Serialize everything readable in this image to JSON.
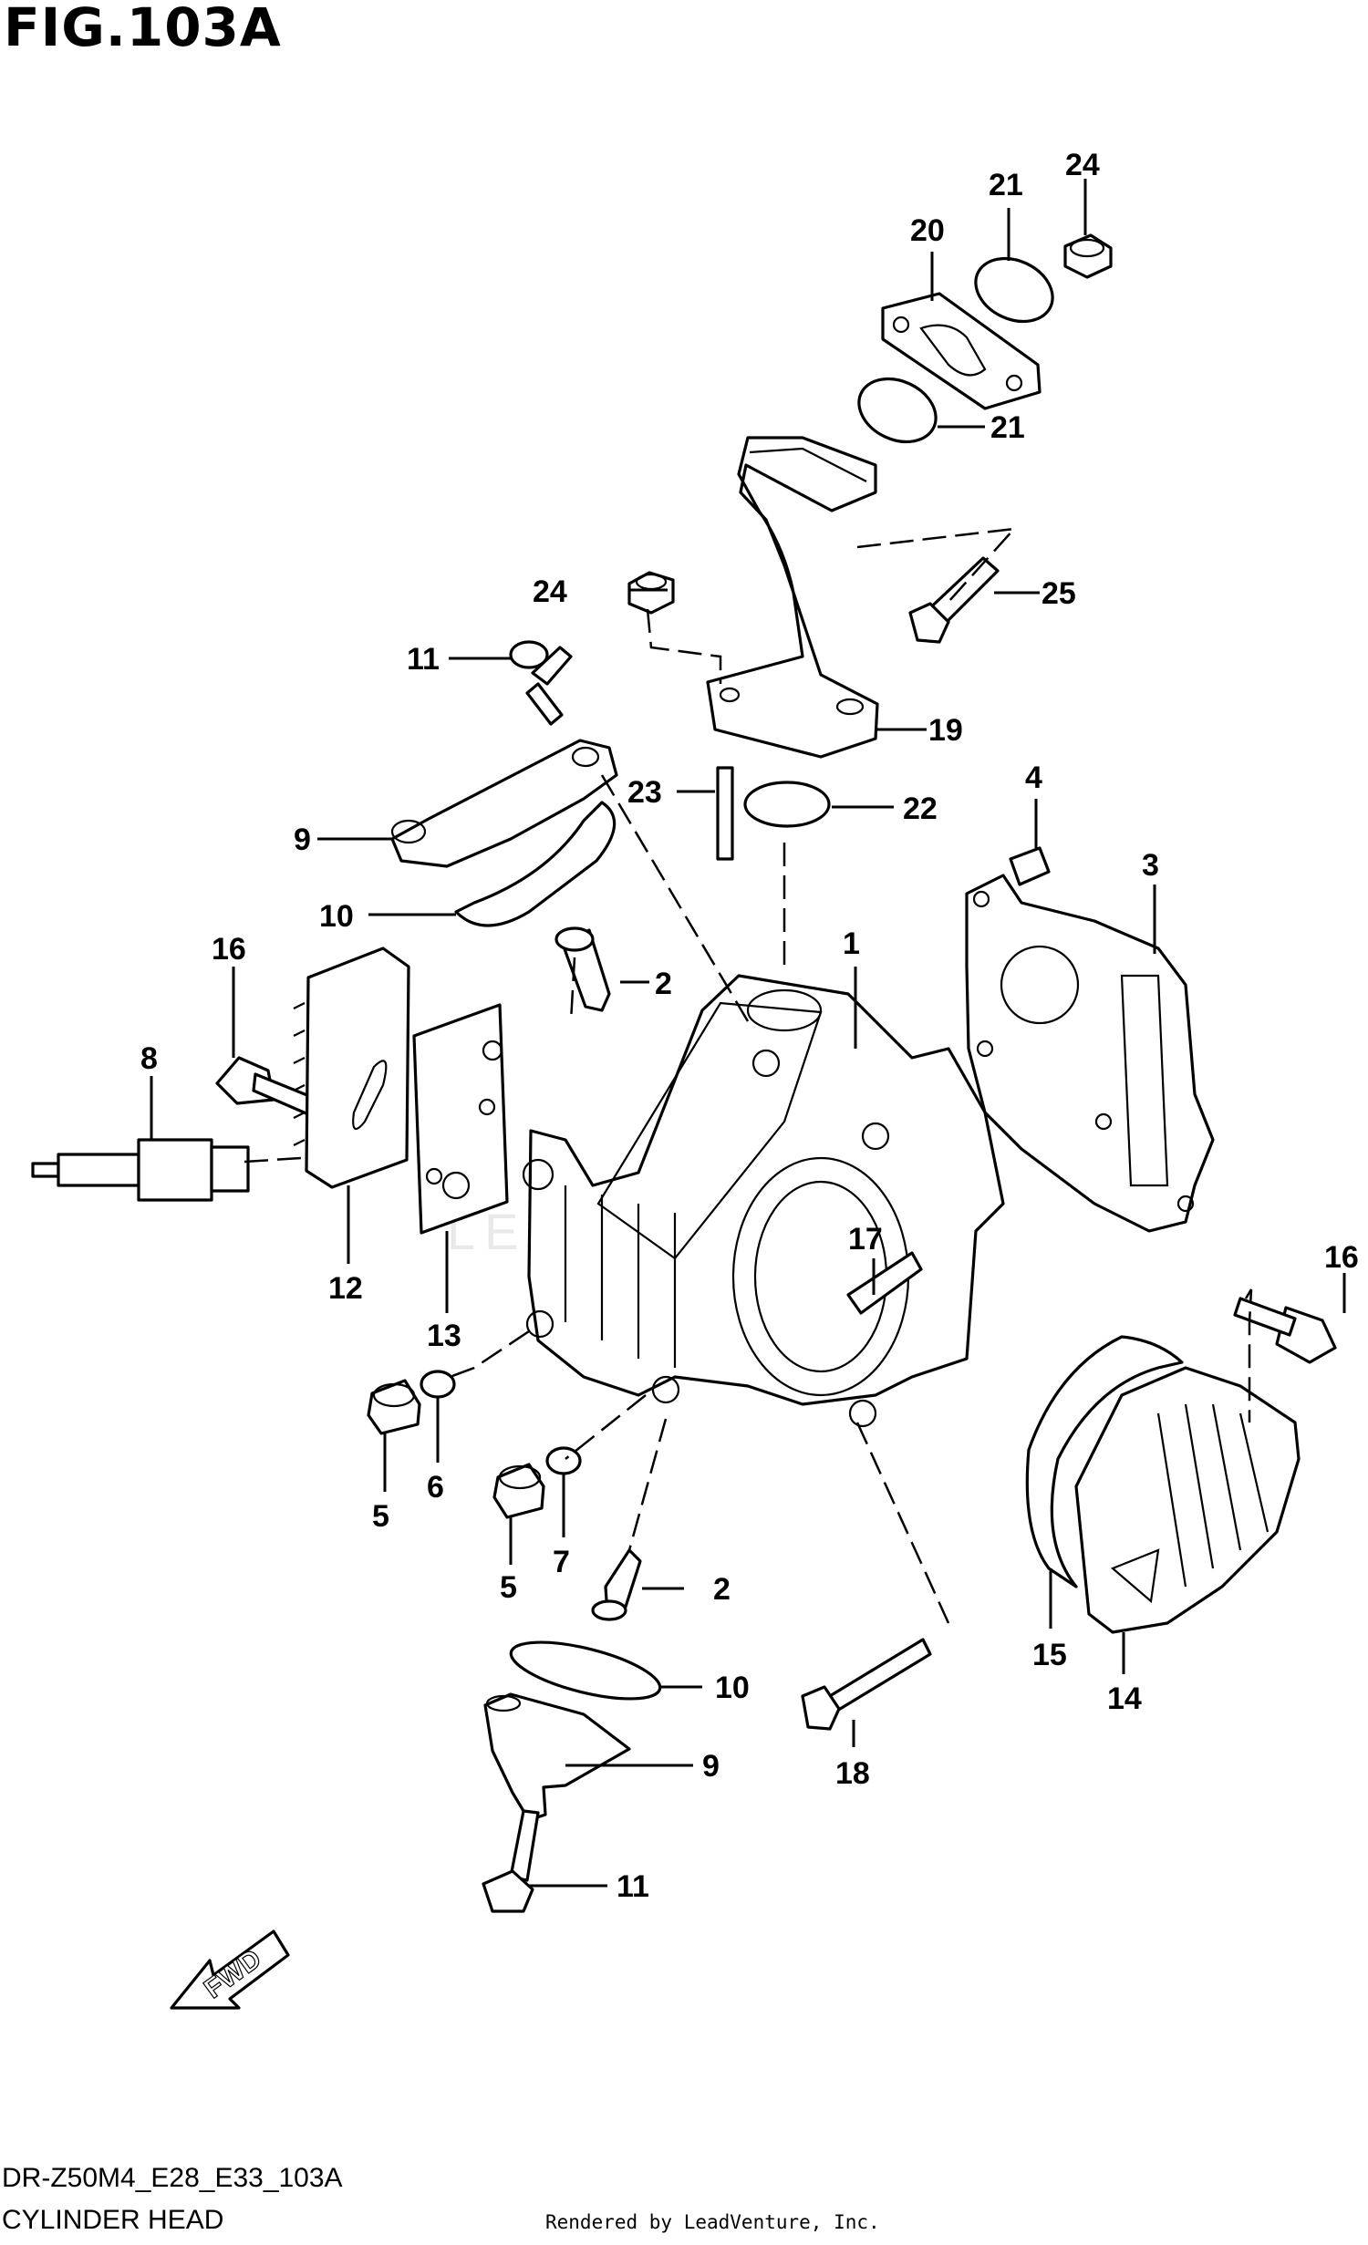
{
  "figure": {
    "title": "FIG.103A",
    "model_code": "DR-Z50M4_E28_E33_103A",
    "section_name": "CYLINDER HEAD",
    "render_credit": "Rendered by LeadVenture, Inc.",
    "watermark": "LEADVENTURE"
  },
  "fwd_arrow": {
    "label": "FWD"
  },
  "callouts": [
    {
      "id": "c24a",
      "label": "24"
    },
    {
      "id": "c21a",
      "label": "21"
    },
    {
      "id": "c20",
      "label": "20"
    },
    {
      "id": "c21b",
      "label": "21"
    },
    {
      "id": "c24b",
      "label": "24"
    },
    {
      "id": "c25",
      "label": "25"
    },
    {
      "id": "c11a",
      "label": "11"
    },
    {
      "id": "c19",
      "label": "19"
    },
    {
      "id": "c23",
      "label": "23"
    },
    {
      "id": "c22",
      "label": "22"
    },
    {
      "id": "c9a",
      "label": "9"
    },
    {
      "id": "c4",
      "label": "4"
    },
    {
      "id": "c3",
      "label": "3"
    },
    {
      "id": "c10a",
      "label": "10"
    },
    {
      "id": "c16a",
      "label": "16"
    },
    {
      "id": "c1",
      "label": "1"
    },
    {
      "id": "c2a",
      "label": "2"
    },
    {
      "id": "c8",
      "label": "8"
    },
    {
      "id": "c17",
      "label": "17"
    },
    {
      "id": "c16b",
      "label": "16"
    },
    {
      "id": "c12",
      "label": "12"
    },
    {
      "id": "c13",
      "label": "13"
    },
    {
      "id": "c6",
      "label": "6"
    },
    {
      "id": "c5a",
      "label": "5"
    },
    {
      "id": "c7",
      "label": "7"
    },
    {
      "id": "c5b",
      "label": "5"
    },
    {
      "id": "c2b",
      "label": "2"
    },
    {
      "id": "c15",
      "label": "15"
    },
    {
      "id": "c14",
      "label": "14"
    },
    {
      "id": "c10b",
      "label": "10"
    },
    {
      "id": "c18",
      "label": "18"
    },
    {
      "id": "c9b",
      "label": "9"
    },
    {
      "id": "c11b",
      "label": "11"
    }
  ]
}
